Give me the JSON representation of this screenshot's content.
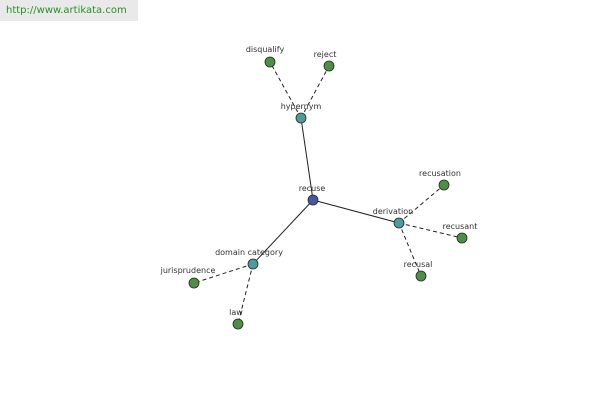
{
  "banner": {
    "text": "http://www.artikata.com"
  },
  "colors": {
    "root": "#4a55a0",
    "category": "#4f9aa0",
    "leaf": "#4e8f45",
    "node_stroke": "#1e2e1e",
    "edge": "#222222"
  },
  "graph": {
    "root": {
      "label": "recuse"
    },
    "categories": [
      {
        "label": "hypernym",
        "children": [
          "disqualify",
          "reject"
        ]
      },
      {
        "label": "derivation",
        "children": [
          "recusation",
          "recusant",
          "recusal"
        ]
      },
      {
        "label": "domain category",
        "children": [
          "jurisprudence",
          "law"
        ]
      }
    ]
  }
}
